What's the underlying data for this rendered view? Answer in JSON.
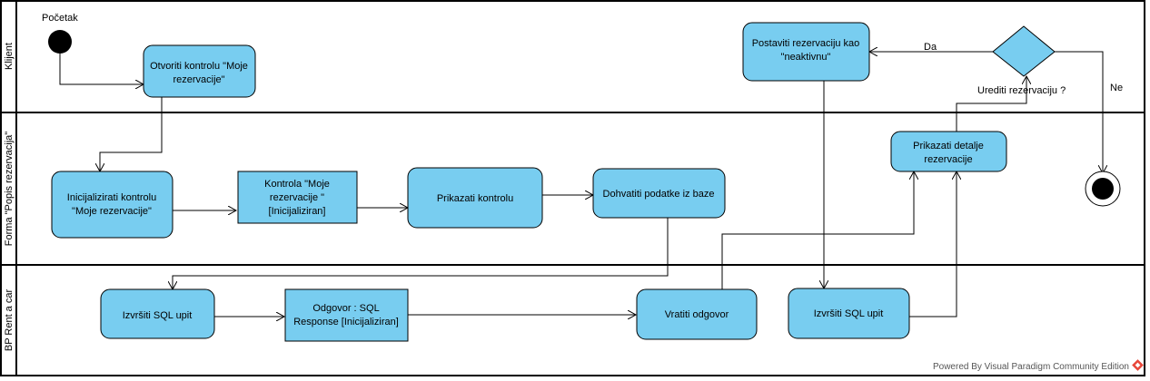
{
  "lanes": [
    {
      "id": "klijent",
      "title": "Klijent"
    },
    {
      "id": "forma",
      "title": "Forma \"Popis rezervacija\""
    },
    {
      "id": "bp",
      "title": "BP Rent a car"
    }
  ],
  "start_label": "Početak",
  "actions": {
    "otvoriti": [
      "Otvoriti kontrolu \"Moje",
      "rezervacije\""
    ],
    "inicijalizirati": [
      "Inicijalizirati kontrolu",
      "\"Moje rezervacije\""
    ],
    "prikazati_kontrolu": [
      "Prikazati kontrolu"
    ],
    "dohvatiti": [
      "Dohvatiti podatke iz baze"
    ],
    "izvrsiti1": [
      "Izvršiti SQL upit"
    ],
    "vratiti": [
      "Vratiti odgovor"
    ],
    "izvrsiti2": [
      "Izvršiti SQL upit"
    ],
    "prikazati_detalje": [
      "Prikazati detalje",
      "rezervacije"
    ],
    "postaviti": [
      "Postaviti rezervaciju kao",
      "\"neaktivnu\""
    ]
  },
  "objects": {
    "kontrola": [
      "Kontrola \"Moje",
      "rezervacije \"",
      "[Inicijaliziran]"
    ],
    "odgovor": [
      "Odgovor : SQL",
      "Response [Inicijaliziran]"
    ]
  },
  "decision": {
    "guard": "Urediti rezervaciju ?",
    "yes": "Da",
    "no": "Ne"
  },
  "footer": "Powered By  Visual Paradigm Community Edition",
  "colors": {
    "node": "#78cdf0",
    "line": "#000000"
  }
}
